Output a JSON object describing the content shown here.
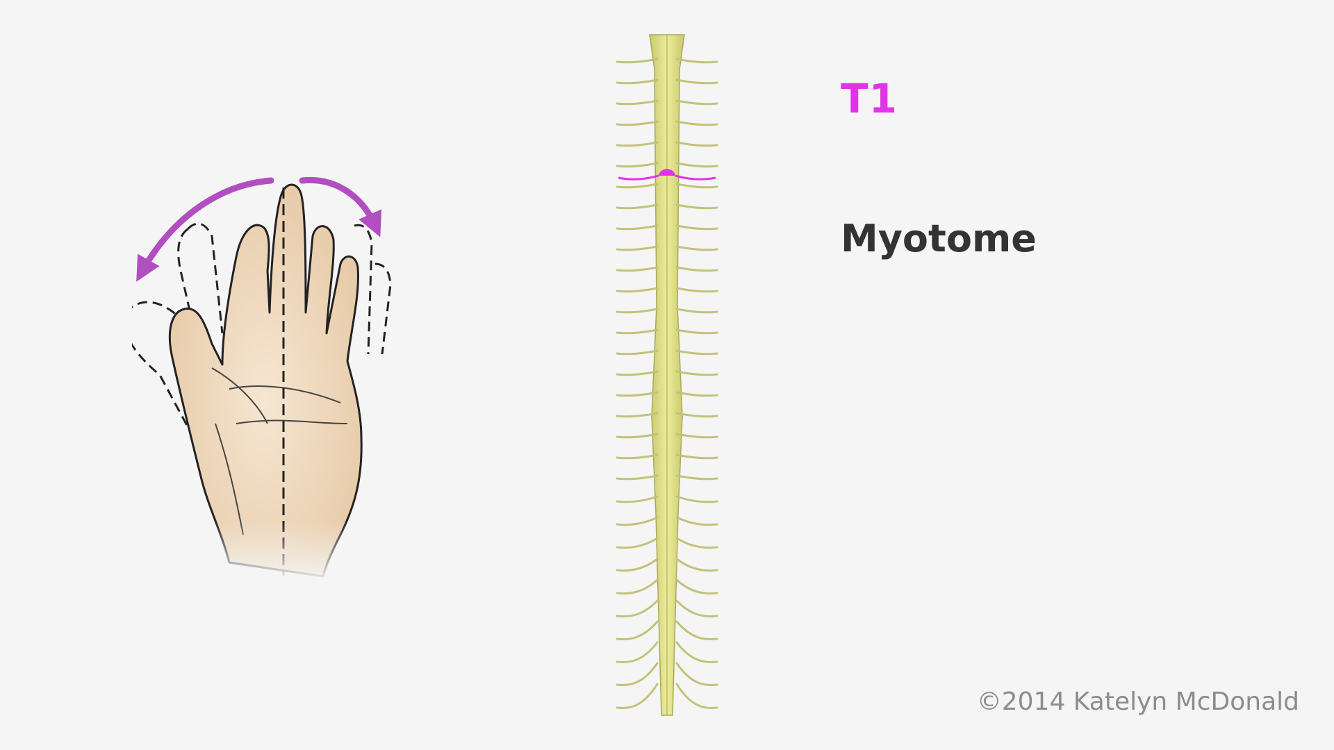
{
  "slide": {
    "level_label": "T1",
    "heading": "Myotome",
    "credit": "©2014 Katelyn McDonald"
  },
  "colors": {
    "background": "#f5f5f5",
    "highlight": "#e233e8",
    "arrow": "#b14fc0",
    "nerve": "#d9d98a",
    "skin": "#f1dcc2",
    "heading": "#333333",
    "credit": "#8c8c8c"
  },
  "illustrations": {
    "hand": "hand-finger-abduction-icon",
    "spinal_cord": "spinal-cord-icon"
  }
}
